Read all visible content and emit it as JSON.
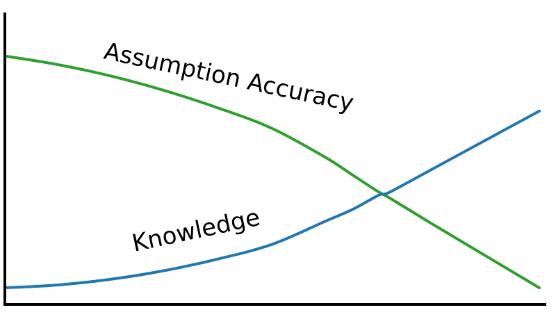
{
  "chart_data": {
    "type": "line",
    "title": "",
    "xlabel": "",
    "ylabel": "",
    "grid": false,
    "legend": "none",
    "xlim": [
      0,
      100
    ],
    "ylim": [
      0,
      100
    ],
    "series": [
      {
        "name": "Assumption Accuracy",
        "color": "#2ca02c",
        "x": [
          0,
          10,
          20,
          30,
          40,
          50,
          60,
          65,
          70,
          72,
          80,
          90,
          100
        ],
        "y": [
          85,
          82,
          78,
          73,
          67,
          60,
          50,
          44,
          38,
          36,
          27,
          16,
          5
        ]
      },
      {
        "name": "Knowledge",
        "color": "#1f77b4",
        "x": [
          0,
          10,
          20,
          30,
          40,
          50,
          60,
          65,
          70,
          72,
          80,
          90,
          100
        ],
        "y": [
          5,
          6,
          8,
          11,
          15,
          20,
          28,
          32,
          37,
          38,
          46,
          56,
          66
        ]
      }
    ]
  }
}
